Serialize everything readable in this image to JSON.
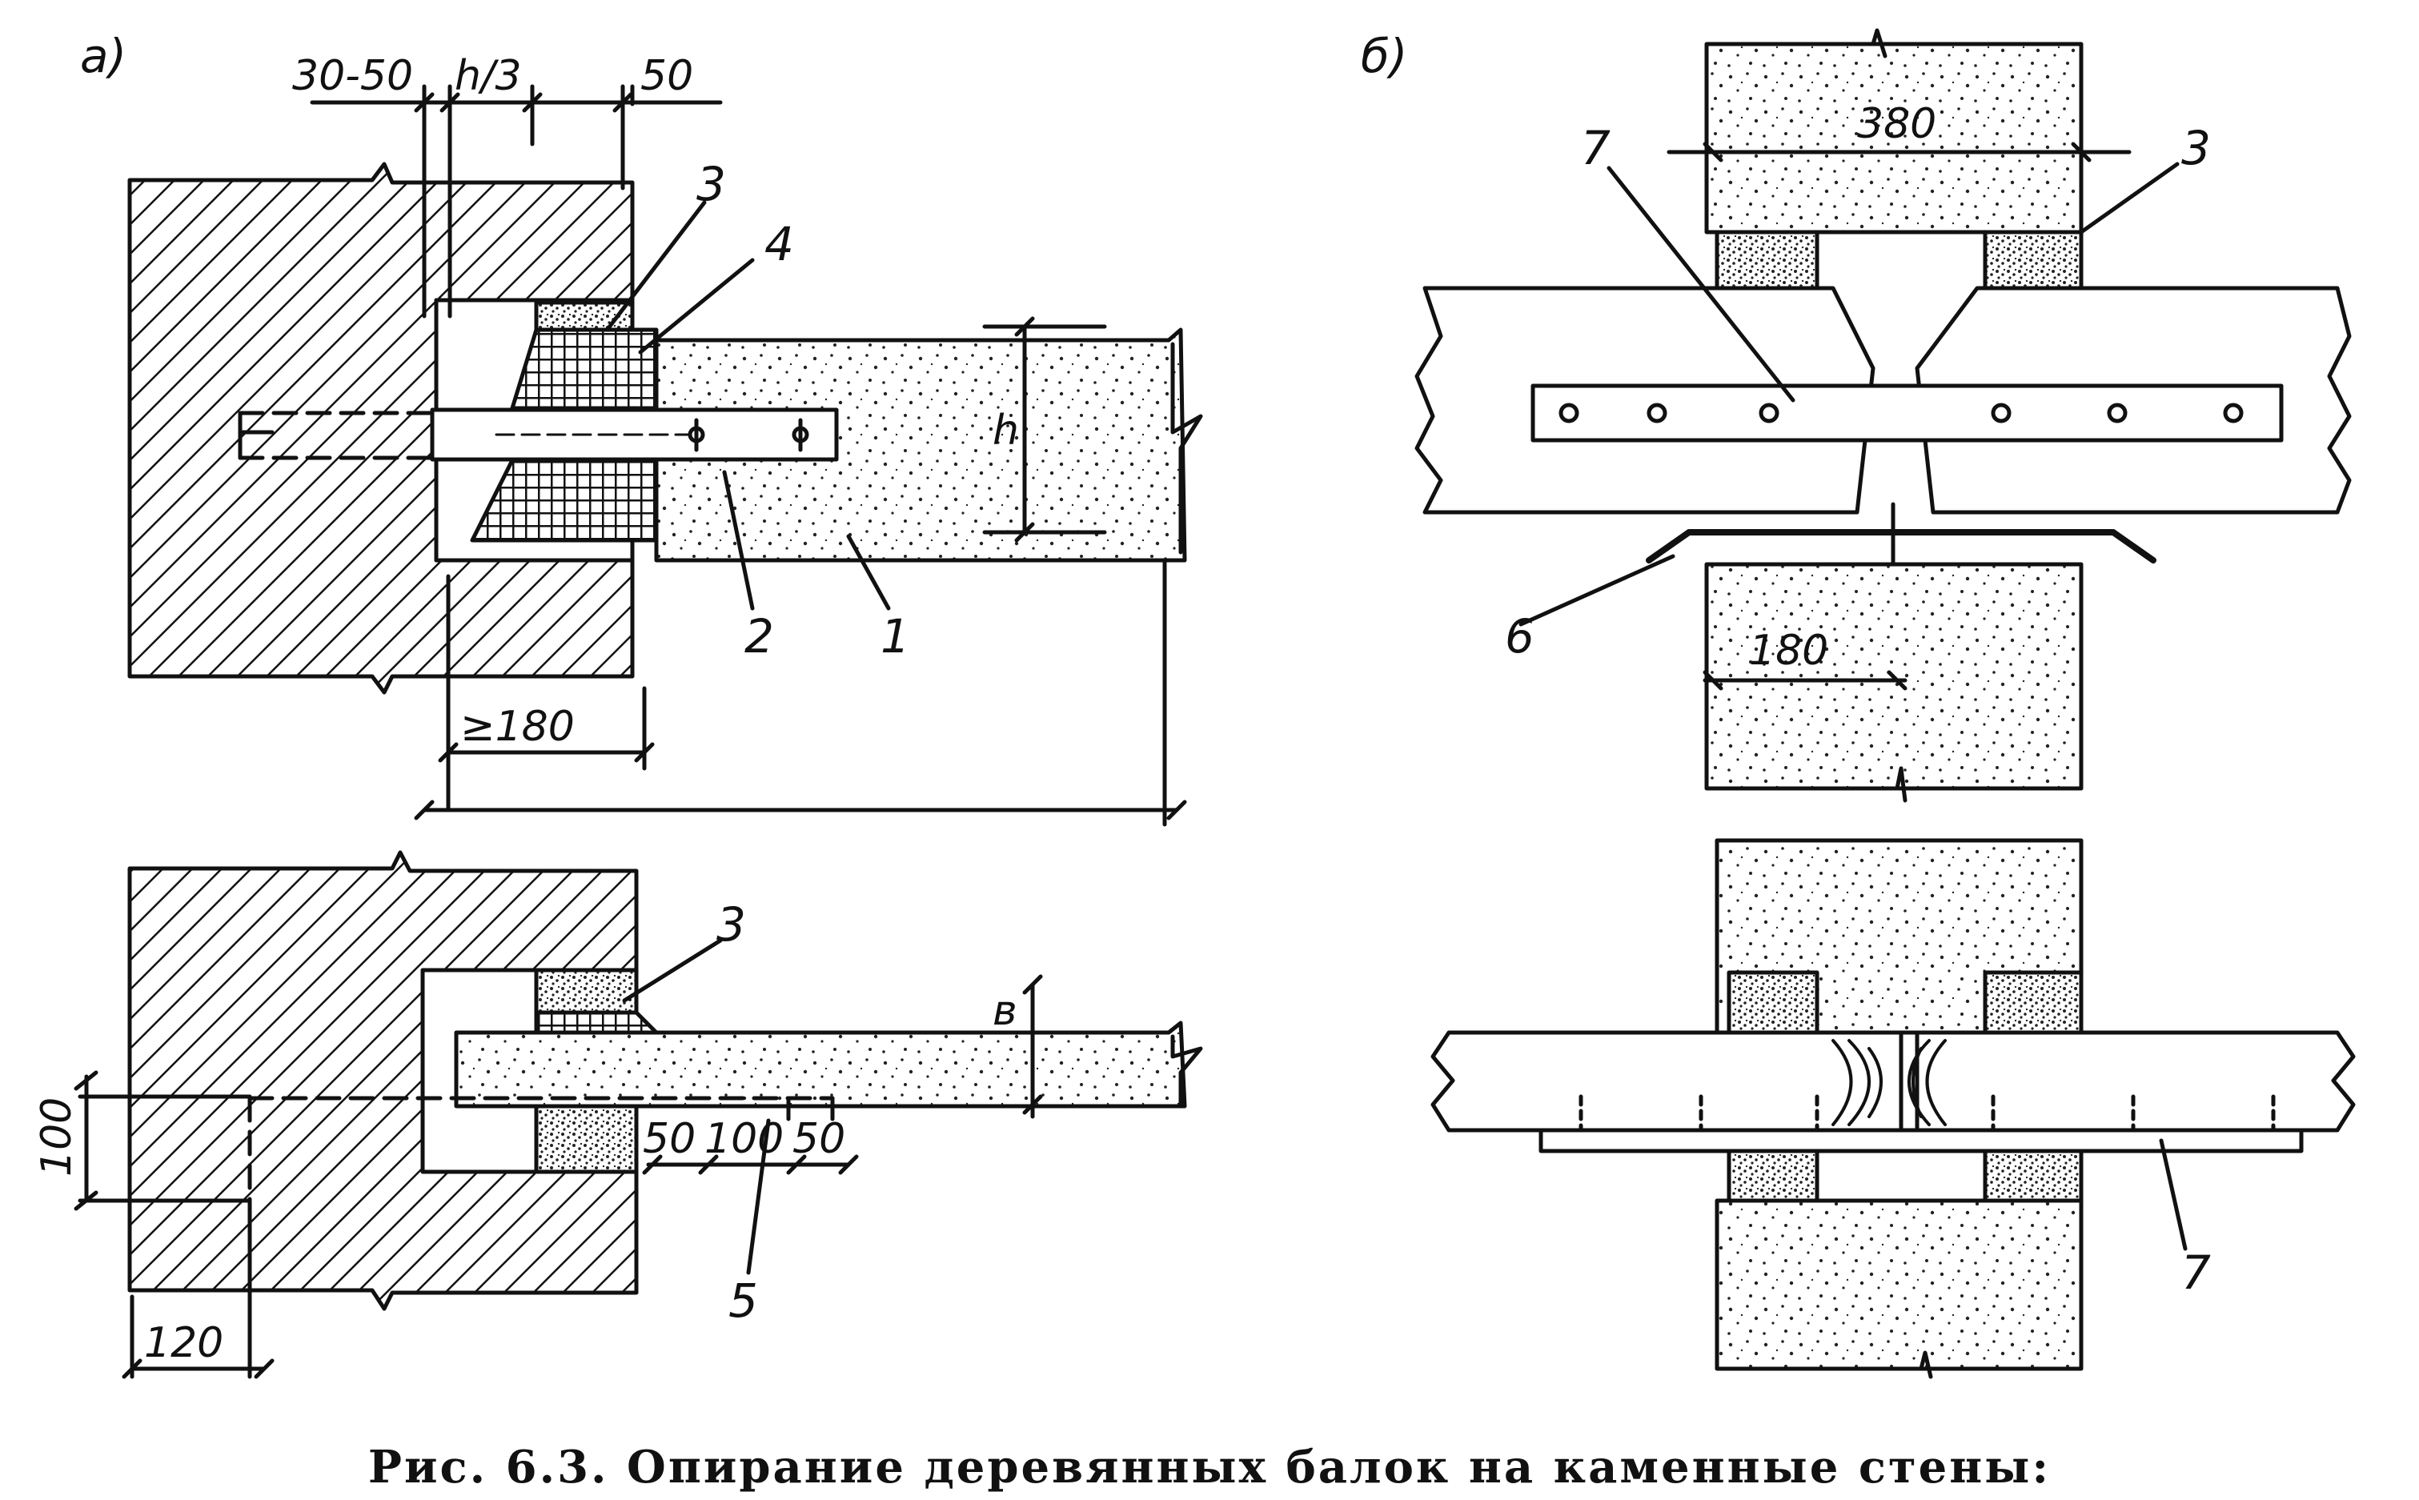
{
  "panels": {
    "a": {
      "label": "а)"
    },
    "b": {
      "label": "б)"
    }
  },
  "dimensions": {
    "gap_30_50": "30-50",
    "h_third": "h/3",
    "fifty_top": "50",
    "h": "h",
    "min_180": "≥180",
    "b": "в",
    "d50_left": "50",
    "d100": "100",
    "d50_right": "50",
    "d100_vertical": "100",
    "d120": "120",
    "d380": "380",
    "d180": "180"
  },
  "callouts": {
    "a_plan_1": "1",
    "a_plan_2": "2",
    "a_plan_3": "3",
    "a_plan_4": "4",
    "a_sec_3": "3",
    "a_sec_5": "5",
    "b_plan_7": "7",
    "b_plan_3": "3",
    "b_plan_6": "6",
    "b_sec_7": "7"
  },
  "caption": "Рис. 6.3. Опирание деревянных балок на каменные стены:",
  "colors": {
    "ink": "#111111",
    "paper": "#ffffff"
  }
}
